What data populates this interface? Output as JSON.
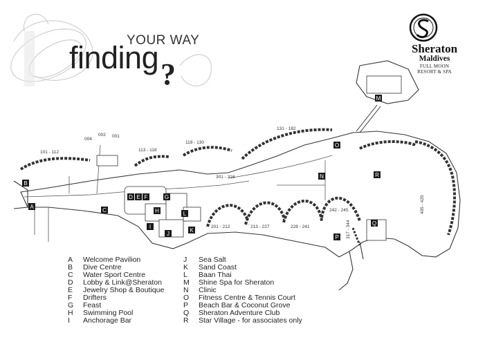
{
  "title": {
    "line1": "YOUR WAY",
    "line2": "finding",
    "mark": "?"
  },
  "brand": {
    "name": "Sheraton",
    "subtitle": "Maldives",
    "tagline_1": "FULL MOON",
    "tagline_2": "RESORT & SPA"
  },
  "colors": {
    "ink": "#222222",
    "marker": "#1a1a1a",
    "paper": "#ffffff"
  },
  "markers": [
    "A",
    "B",
    "C",
    "D",
    "E",
    "F",
    "G",
    "H",
    "I",
    "J",
    "K",
    "L",
    "M",
    "N",
    "O",
    "P",
    "Q",
    "R"
  ],
  "villa_labels": [
    "101 - 112",
    "004",
    "002",
    "001",
    "113 - 118",
    "119 - 130",
    "131 - 182",
    "301 - 316",
    "201 - 212",
    "213 - 227",
    "228 - 241",
    "242 - 245",
    "317 - 344",
    "405 - 420"
  ],
  "legend": [
    {
      "key": "A",
      "name": "Welcome Pavilion"
    },
    {
      "key": "B",
      "name": "Dive Centre"
    },
    {
      "key": "C",
      "name": "Water Sport Centre"
    },
    {
      "key": "D",
      "name": "Lobby & Link@Sheraton"
    },
    {
      "key": "E",
      "name": "Jewelry Shop & Boutique"
    },
    {
      "key": "F",
      "name": "Drifters"
    },
    {
      "key": "G",
      "name": "Feast"
    },
    {
      "key": "H",
      "name": "Swimming Pool"
    },
    {
      "key": "I",
      "name": "Anchorage Bar"
    },
    {
      "key": "J",
      "name": "Sea Salt"
    },
    {
      "key": "K",
      "name": "Sand Coast"
    },
    {
      "key": "L",
      "name": "Baan Thai"
    },
    {
      "key": "M",
      "name": "Shine Spa for Sheraton"
    },
    {
      "key": "N",
      "name": "Clinic"
    },
    {
      "key": "O",
      "name": "Fitness Centre & Tennis Court"
    },
    {
      "key": "P",
      "name": "Beach Bar & Coconut Grove"
    },
    {
      "key": "Q",
      "name": "Sheraton Adventure Club"
    },
    {
      "key": "R",
      "name": "Star Village - for associates only"
    }
  ]
}
